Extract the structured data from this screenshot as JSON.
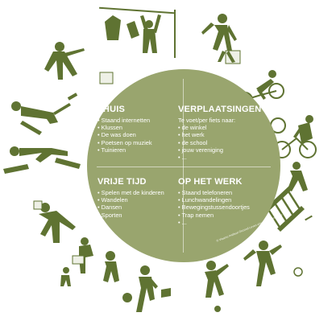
{
  "colors": {
    "circle": "#99a56e",
    "figures": "#5f7332",
    "accent_white": "#ffffff",
    "dark": "#4a5a2a"
  },
  "quadrants": {
    "thuis": {
      "title": "THUIS",
      "items": [
        "Staand internetten",
        "Klussen",
        "De was doen",
        "Poetsen op muziek",
        "Tuinieren"
      ]
    },
    "verplaatsingen": {
      "title": "VERPLAATSINGEN",
      "intro": "Te voet/per fiets naar:",
      "items": [
        "de winkel",
        "het werk",
        "de school",
        "jouw vereniging",
        "..."
      ]
    },
    "vrije_tijd": {
      "title": "VRIJE TIJD",
      "items": [
        "Spelen met de kinderen",
        "Wandelen",
        "Dansen",
        "Sporten",
        "..."
      ]
    },
    "op_het_werk": {
      "title": "OP HET WERK",
      "items": [
        "Staand telefoneren",
        "Lunchwandelingen",
        "Bewegingstussendoortjes",
        "Trap nemen",
        "..."
      ]
    }
  },
  "copyright": "© Vlaams Instituut Gezond Leven vzw, gezondleven.be",
  "figures": [
    "laundry-figure",
    "walking-with-bag-figure",
    "cyclist-figure",
    "cyclist-figure-2",
    "ladder-painter-figure",
    "dancer-figure",
    "cook-figure",
    "child-play-figure",
    "running-figure",
    "lying-figure",
    "vacuum-figure",
    "dancing-figure",
    "phone-figure"
  ]
}
